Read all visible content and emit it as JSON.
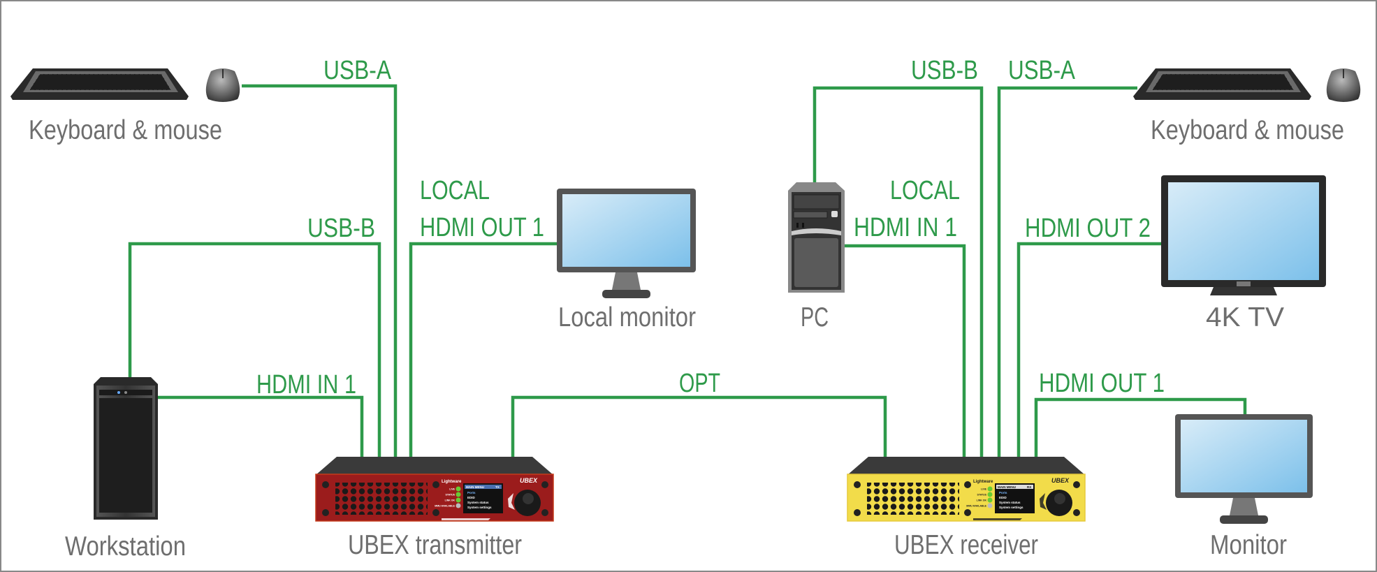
{
  "colors": {
    "cable": "#2e9a4a",
    "device_label": "#6e6e6e",
    "transmitter_body": "#9b1c1c",
    "receiver_body": "#f2dc4a"
  },
  "devices": {
    "keyboard_mouse_left": "Keyboard & mouse",
    "keyboard_mouse_right": "Keyboard & mouse",
    "workstation": "Workstation",
    "local_monitor": "Local monitor",
    "pc": "PC",
    "tv": "4K TV",
    "monitor": "Monitor",
    "transmitter": "UBEX transmitter",
    "receiver": "UBEX receiver"
  },
  "connections": {
    "tx_usb_a": "USB-A",
    "tx_usb_b": "USB-B",
    "tx_local_line1": "LOCAL",
    "tx_local_line2": "HDMI OUT 1",
    "tx_hdmi_in": "HDMI IN 1",
    "opt": "OPT",
    "rx_usb_b": "USB-B",
    "rx_usb_a": "USB-A",
    "rx_local_line1": "LOCAL",
    "rx_local_line2": "HDMI IN 1",
    "rx_hdmi_out2": "HDMI OUT 2",
    "rx_hdmi_out1": "HDMI OUT 1"
  },
  "front_panel": {
    "brand": "Lightware",
    "model": "UBEX",
    "menu_title": "MAIN MENU",
    "tx_tag": "TX",
    "rx_tag": "RX",
    "menu_items": [
      "Ports",
      "EDID",
      "System status",
      "System settings"
    ],
    "leds": [
      "LIVE",
      "STATUS",
      "LINK OK",
      "MMU AVAILABLE"
    ]
  }
}
